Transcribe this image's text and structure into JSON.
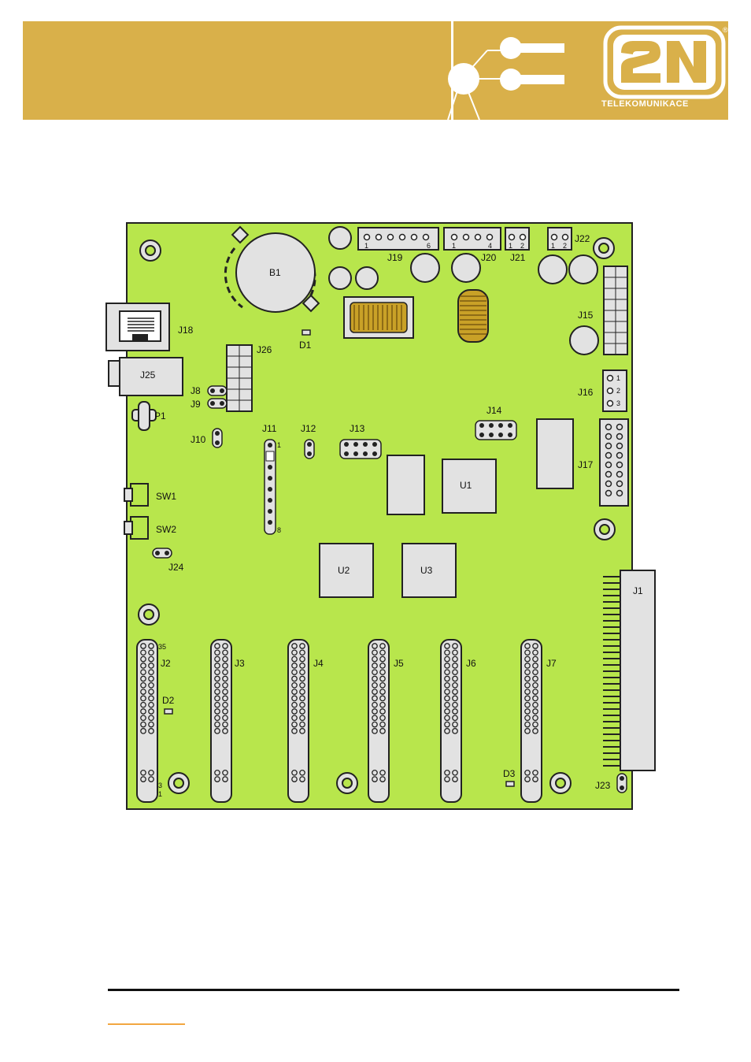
{
  "header": {
    "logo_text": "TELEKOMUNIKACE",
    "logo_mark": "2N",
    "logo_registered": "®",
    "banner_color": "#d9b04a"
  },
  "board": {
    "background_color": "#b8e64c",
    "component_color": "#e2e2e2",
    "labels": {
      "J1": "J1",
      "J2": "J2",
      "J3": "J3",
      "J4": "J4",
      "J5": "J5",
      "J6": "J6",
      "J7": "J7",
      "J8": "J8",
      "J9": "J9",
      "J10": "J10",
      "J11": "J11",
      "J12": "J12",
      "J13": "J13",
      "J14": "J14",
      "J15": "J15",
      "J16": "J16",
      "J17": "J17",
      "J18": "J18",
      "J19": "J19",
      "J20": "J20",
      "J21": "J21",
      "J22": "J22",
      "J23": "J23",
      "J24": "J24",
      "J25": "J25",
      "J26": "J26",
      "B1": "B1",
      "D1": "D1",
      "D2": "D2",
      "D3": "D3",
      "P1": "P1",
      "SW1": "SW1",
      "SW2": "SW2",
      "U1": "U1",
      "U2": "U2",
      "U3": "U3"
    },
    "pin_markers": {
      "j19_first": "1",
      "j19_last": "6",
      "j20_first": "1",
      "j20_last": "4",
      "j21_first": "1",
      "j21_last": "2",
      "j22_first": "1",
      "j22_last": "2",
      "j16_1": "1",
      "j16_2": "2",
      "j16_3": "3",
      "j11_first": "1",
      "j11_last": "8",
      "j2_top": "35",
      "j2_bottom_3": "3",
      "j2_bottom_1": "1"
    }
  }
}
